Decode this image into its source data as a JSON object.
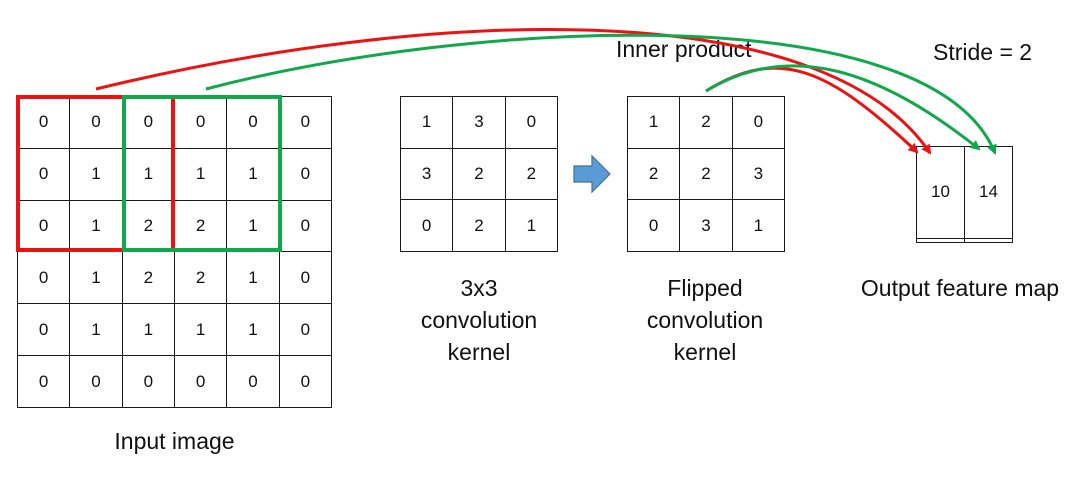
{
  "input_image": {
    "caption": "Input image",
    "rows": [
      [
        "0",
        "0",
        "0",
        "0",
        "0",
        "0"
      ],
      [
        "0",
        "1",
        "1",
        "1",
        "1",
        "0"
      ],
      [
        "0",
        "1",
        "2",
        "2",
        "1",
        "0"
      ],
      [
        "0",
        "1",
        "2",
        "2",
        "1",
        "0"
      ],
      [
        "0",
        "1",
        "1",
        "1",
        "1",
        "0"
      ],
      [
        "0",
        "0",
        "0",
        "0",
        "0",
        "0"
      ]
    ]
  },
  "kernel": {
    "caption_lines": [
      "3x3",
      "convolution",
      "kernel"
    ],
    "rows": [
      [
        "1",
        "3",
        "0"
      ],
      [
        "3",
        "2",
        "2"
      ],
      [
        "0",
        "2",
        "1"
      ]
    ]
  },
  "flipped_kernel": {
    "caption_lines": [
      "Flipped",
      "convolution",
      "kernel"
    ],
    "rows": [
      [
        "1",
        "2",
        "0"
      ],
      [
        "2",
        "2",
        "3"
      ],
      [
        "0",
        "3",
        "1"
      ]
    ]
  },
  "output_map": {
    "caption": "Output feature map",
    "rows": [
      [
        "10",
        "14"
      ],
      [
        "",
        ""
      ]
    ]
  },
  "labels": {
    "inner_product": "Inner product",
    "stride": "Stride = 2"
  },
  "colors": {
    "first_window": "#ee1111",
    "second_window": "#10a84a",
    "arrow_fill": "#5b9bd5",
    "arrow_stroke": "#41719c"
  }
}
